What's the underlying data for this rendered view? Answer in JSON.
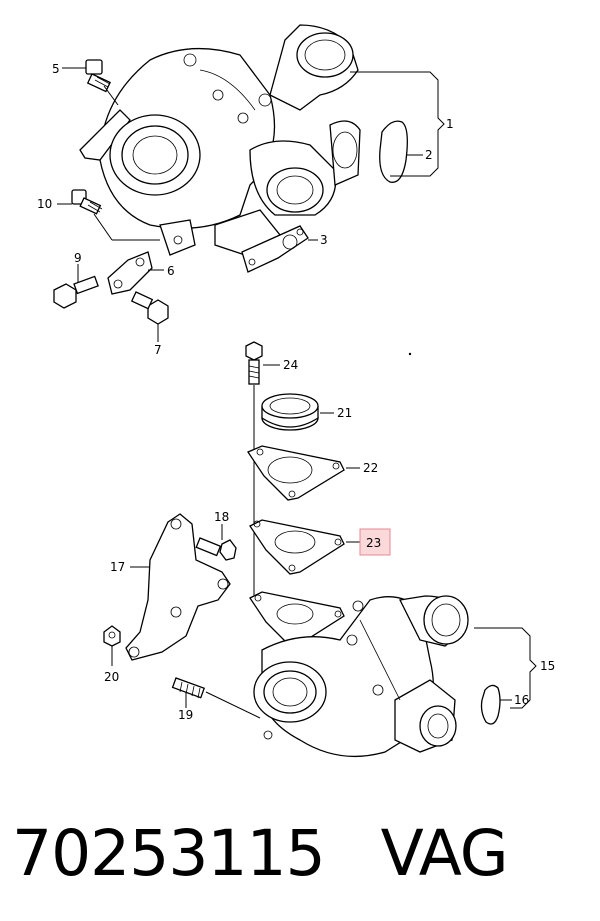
{
  "callouts": {
    "c1": "1",
    "c2": "2",
    "c3": "3",
    "c5": "5",
    "c6": "6",
    "c7": "7",
    "c9": "9",
    "c10": "10",
    "c15": "15",
    "c16": "16",
    "c17": "17",
    "c18": "18",
    "c19": "19",
    "c20": "20",
    "c21": "21",
    "c22": "22",
    "c23": "23",
    "c24": "24"
  },
  "highlight": {
    "callout": "23",
    "color": "#fbd9db"
  },
  "footer": {
    "part_number": "70253115",
    "brand": "VAG"
  }
}
